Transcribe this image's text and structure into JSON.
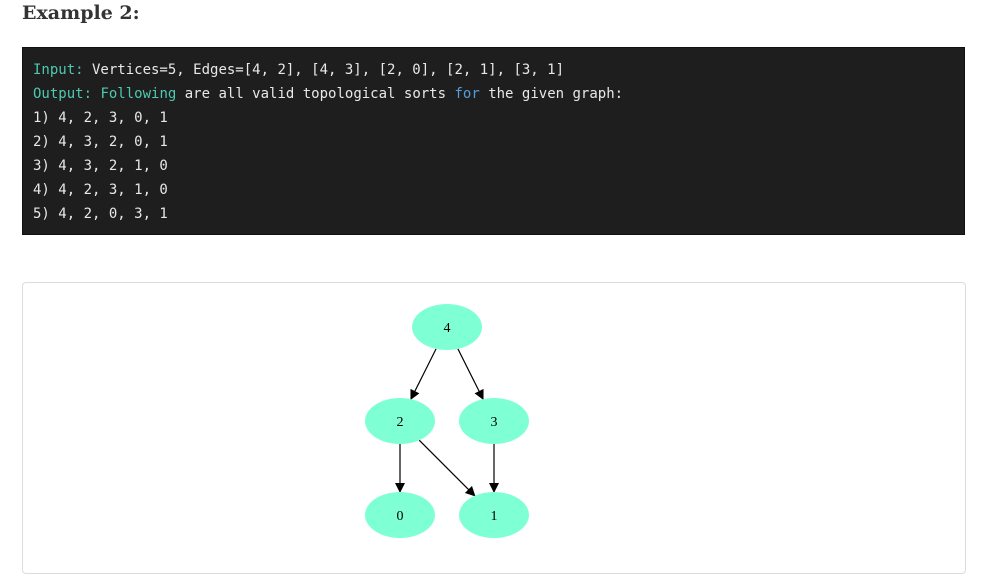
{
  "heading": "Example 2:",
  "code": {
    "input_label": "Input:",
    "input_value": " Vertices=5, Edges=[4, 2], [4, 3], [2, 0], [2, 1], [3, 1]",
    "output_label": "Output:",
    "output_word1": " Following",
    "output_mid": " are all valid topological sorts ",
    "output_kw": "for",
    "output_end": " the given graph:",
    "sorts": [
      "1) 4, 2, 3, 0, 1",
      "2) 4, 3, 2, 0, 1",
      "3) 4, 3, 2, 1, 0",
      "4) 4, 2, 3, 1, 0",
      "5) 4, 2, 0, 3, 1"
    ]
  },
  "graph": {
    "node_color": "#7fffd4",
    "nodes": [
      "4",
      "2",
      "3",
      "0",
      "1"
    ],
    "edges": [
      [
        "4",
        "2"
      ],
      [
        "4",
        "3"
      ],
      [
        "2",
        "0"
      ],
      [
        "2",
        "1"
      ],
      [
        "3",
        "1"
      ]
    ]
  }
}
